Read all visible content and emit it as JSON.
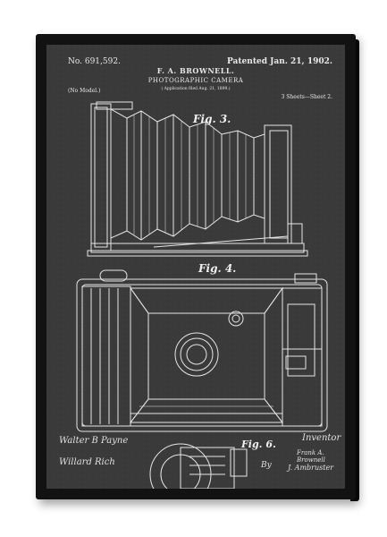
{
  "patent": {
    "number": "No. 691,592.",
    "patented": "Patented Jan. 21, 1902.",
    "inventor": "F. A. BROWNELL.",
    "title": "PHOTOGRAPHIC CAMERA",
    "application": "( Application filed Aug. 21, 1899.)",
    "no_model": "(No Model.)",
    "sheets": "3 Sheets—Sheet 2."
  },
  "figures": {
    "fig3": "Fig. 3.",
    "fig4": "Fig. 4.",
    "fig6": "Fig. 6."
  },
  "signatures": {
    "witness1": "Walter B Payne",
    "witness2": "Willard Rich",
    "inventor_label": "Inventor",
    "inventor_name": "Frank A. Brownell",
    "by": "By",
    "attorney": "J. Ambruster"
  },
  "colors": {
    "chalkboard": "#3a3a3a",
    "frame": "#121212",
    "lines": "#e8e8e8"
  }
}
